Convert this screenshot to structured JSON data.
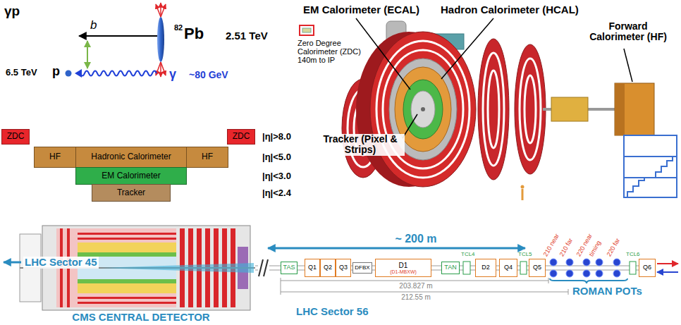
{
  "diagram": {
    "nodes": [
      {
        "text": [
          "ZDC"
        ]
      },
      {
        "text": [
          "ZDC"
        ]
      },
      {
        "text": [
          "HF"
        ]
      },
      {
        "text": [
          "Hadronic Calorimeter"
        ]
      },
      {
        "text": [
          "HF"
        ]
      },
      {
        "text": [
          "EM Calorimeter"
        ]
      },
      {
        "text": [
          "Tracker"
        ]
      },
      {
        "text": [
          "TAS"
        ]
      },
      {
        "text": [
          "Q1"
        ]
      },
      {
        "text": [
          "Q2"
        ]
      },
      {
        "text": [
          "Q3"
        ]
      },
      {
        "text": [
          "DFBX"
        ]
      },
      {
        "text": [
          "D1",
          "(D1-MBXW)"
        ]
      },
      {
        "text": [
          "TAN"
        ]
      },
      {
        "text": [
          "D2"
        ]
      },
      {
        "text": [
          "Q4"
        ]
      },
      {
        "text": [
          "Q5"
        ]
      },
      {
        "text": [
          "Q6"
        ]
      }
    ],
    "labels": [
      "γp",
      "b",
      "82",
      "Pb",
      "2.51 TeV",
      "6.5 TeV",
      "p",
      "γ",
      "~80 GeV",
      "|η|>8.0",
      "|η|<5.0",
      "|η|<3.0",
      "|η|<2.4",
      "EM Calorimeter (ECAL)",
      "Hadron Calorimeter (HCAL)",
      "Forward Calorimeter (HF)",
      "Tracker (Pixel & Strips)",
      "Zero Degree Calorimeter (ZDC) 140m to IP",
      "~ 200 m",
      "LHC Sector 45",
      "LHC Sector 56",
      "CMS CENTRAL DETECTOR",
      "ROMAN POTs",
      "TCL4",
      "TCL5",
      "TCL6",
      "210 near",
      "210 far",
      "220 near",
      "timing",
      "220 far",
      "203.827 m",
      "212.55 m"
    ]
  }
}
